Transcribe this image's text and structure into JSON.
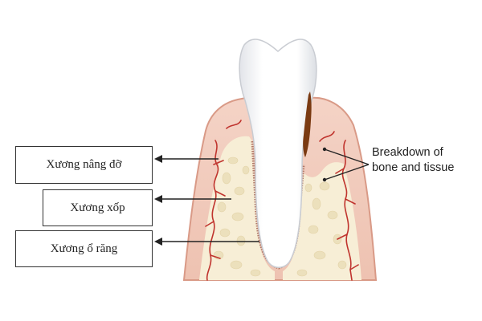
{
  "labels": [
    {
      "text": "Xương nâng đỡ"
    },
    {
      "text": "Xương xốp"
    },
    {
      "text": "Xương ổ răng"
    }
  ],
  "annotation": {
    "line1": "Breakdown of",
    "line2": "bone and tissue"
  },
  "colors": {
    "gum_outer": "#f0c4b3",
    "gum_edge": "#d99a87",
    "bone": "#f7eed6",
    "bone_pore": "#ece0bc",
    "tooth": "#ffffff",
    "tooth_shade": "#e4e6ea",
    "vessel": "#c0342e",
    "calculus": "#7a3a12",
    "ligament": "#b07868",
    "text": "#222222"
  }
}
